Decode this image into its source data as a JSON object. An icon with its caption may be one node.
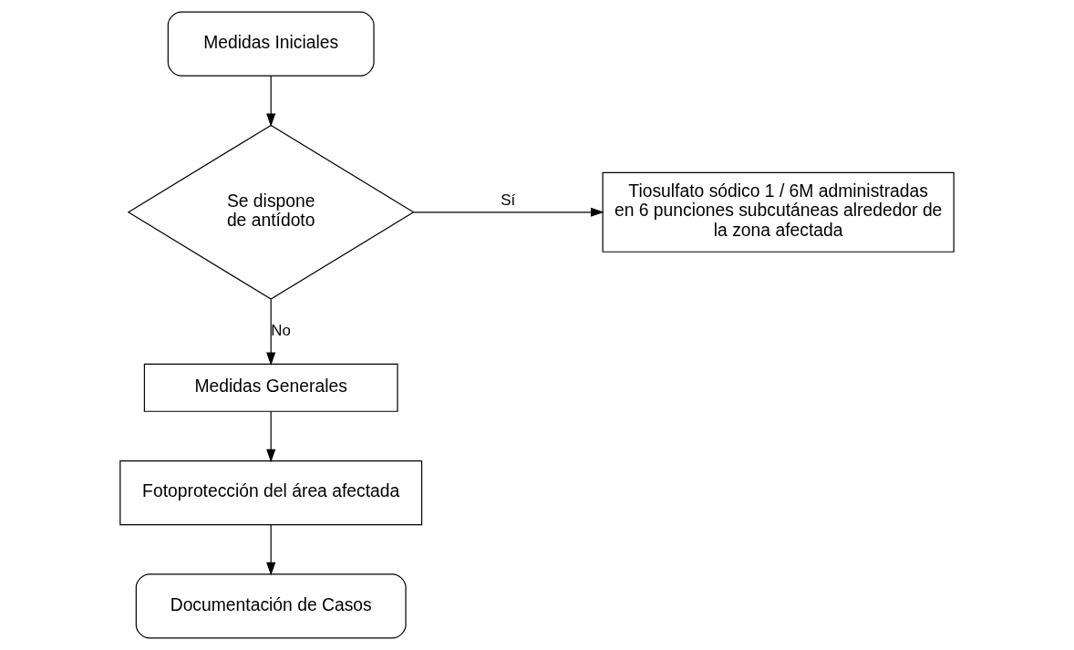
{
  "diagram": {
    "nodes": [
      {
        "text": [
          "Medidas Iniciales"
        ]
      },
      {
        "text": [
          "Se dispone de antídoto"
        ]
      },
      {
        "text": [
          "Tiosulfato sódico 1 / 6M administradas en 6 punciones subcutáneas alrededor de la zona afectada"
        ]
      },
      {
        "text": [
          "Medidas Generales"
        ]
      },
      {
        "text": [
          "Fotoprotección del área afectada"
        ]
      },
      {
        "text": [
          "Documentación de Casos"
        ]
      }
    ],
    "edges": [
      {
        "from": 0,
        "to": 1,
        "arrow": "to"
      },
      {
        "from": 1,
        "to": 2,
        "arrow": "to",
        "label": "Sí"
      },
      {
        "from": 1,
        "to": 3,
        "arrow": "to",
        "label": "No"
      },
      {
        "from": 3,
        "to": 4,
        "arrow": "to"
      },
      {
        "from": 4,
        "to": 5,
        "arrow": "to"
      }
    ]
  }
}
